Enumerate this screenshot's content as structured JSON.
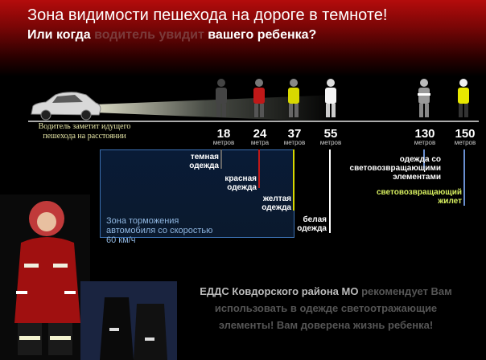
{
  "title": {
    "line1": "Зона видимости пешехода на дороге в темноте!",
    "line2_a": "Или когда ",
    "line2_b": "водитель увидит",
    "line2_c": " вашего ребенка?"
  },
  "driver_note": "Водитель заметит идущего пешехода на расстоянии",
  "unit": "метров",
  "unit_short": "метра",
  "distances": [
    {
      "value": "18",
      "unit_key": "unit",
      "label": "темная одежда",
      "color": "#555555"
    },
    {
      "value": "24",
      "unit_key": "unit_short",
      "label": "красная одежда",
      "color": "#c01818"
    },
    {
      "value": "37",
      "unit_key": "unit",
      "label": "желтая одежда",
      "color": "#d8d800"
    },
    {
      "value": "55",
      "unit_key": "unit",
      "label": "белая одежда",
      "color": "#ffffff"
    },
    {
      "value": "130",
      "unit_key": "unit",
      "label": "одежда со световозвращающими элементами",
      "color": "#6a8fd0"
    },
    {
      "value": "150",
      "unit_key": "unit",
      "label": "световозвращающий жилет",
      "color": "#6a8fd0"
    }
  ],
  "braking_zone": "Зона торможения автомобиля со скоростью 60 км/ч",
  "footer": {
    "org": "ЕДДС Ковдорского района МО",
    "rest": " рекомендует Вам использовать в одежде светоотражающие элементы! Вам доверена жизнь ребенка!"
  },
  "colors": {
    "accent_red": "#b40c0c",
    "reflective_label": "#d8f060",
    "zone_border": "#3b6fb0"
  }
}
